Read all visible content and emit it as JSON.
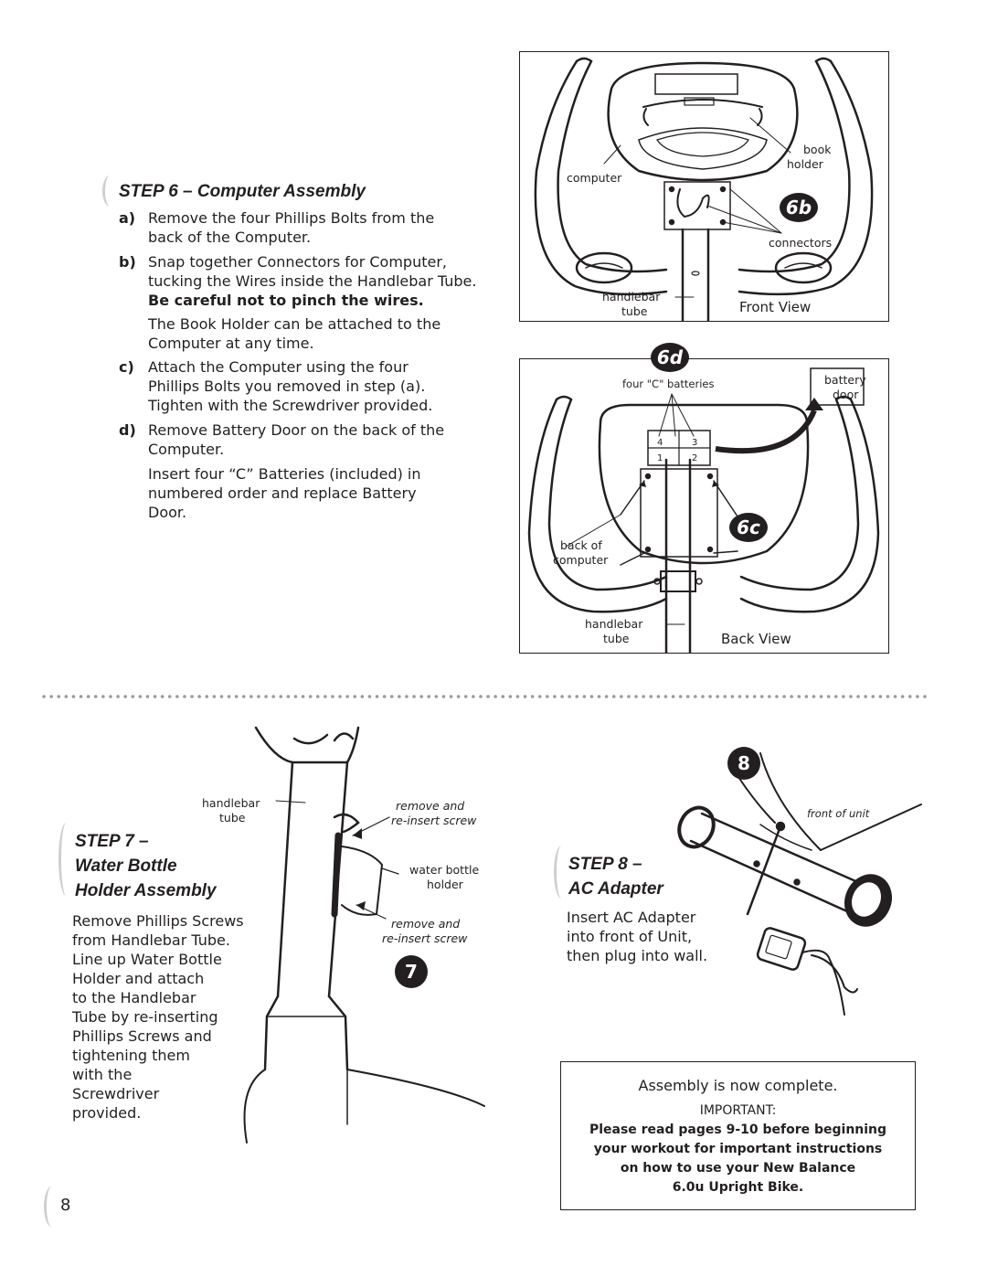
{
  "step6": {
    "title": "STEP 6 – Computer Assembly",
    "items": [
      {
        "letter": "a)",
        "text": "Remove the four Phillips Bolts from the back of the Computer."
      },
      {
        "letter": "b)",
        "text": "Snap together Connectors for Computer, tucking the Wires inside the Handlebar Tube.",
        "bold": "Be careful not to pinch the wires."
      },
      {
        "note": "The Book Holder can be attached to the Computer at any time."
      },
      {
        "letter": "c)",
        "text": "Attach the Computer using the four Phillips Bolts you removed in step (a). Tighten with the Screwdriver provided."
      },
      {
        "letter": "d)",
        "text": "Remove Battery Door on the back of the Computer."
      },
      {
        "note": "Insert four “C” Batteries (included) in numbered order and replace Battery Door."
      }
    ]
  },
  "fig6b": {
    "badge": "6b",
    "labels": {
      "computer": "computer",
      "book_holder_1": "book",
      "book_holder_2": "holder",
      "connectors": "connectors",
      "handlebar_1": "handlebar",
      "handlebar_2": "tube"
    },
    "view": "Front View"
  },
  "fig6cd": {
    "badge_d": "6d",
    "badge_c": "6c",
    "labels": {
      "batteries": "four \"C\" batteries",
      "battery_1": "battery",
      "battery_2": "door",
      "back_1": "back of",
      "back_2": "computer",
      "handlebar_1": "handlebar",
      "handlebar_2": "tube"
    },
    "cells": [
      "4",
      "3",
      "1",
      "2"
    ],
    "view": "Back View"
  },
  "step7": {
    "title_1": "STEP 7 –",
    "title_2": "Water Bottle",
    "title_3": "Holder Assembly",
    "text": "Remove Phillips Screws from Handlebar Tube. Line up Water Bottle Holder and attach to the Handlebar Tube by re-inserting Phillips Screws and tightening them with the Screwdriver provided.",
    "lines": [
      "Remove Phillips Screws",
      "from Handlebar Tube.",
      "Line up Water Bottle",
      "Holder and attach",
      "to the Handlebar",
      "Tube by re-inserting",
      "Phillips Screws and",
      "tightening them",
      "with the",
      "Screwdriver",
      "provided."
    ],
    "labels": {
      "handlebar_1": "handlebar",
      "handlebar_2": "tube",
      "remove1_1": "remove and",
      "remove1_2": "re-insert screw",
      "bottle_1": "water bottle",
      "bottle_2": "holder",
      "remove2_1": "remove and",
      "remove2_2": "re-insert screw"
    },
    "badge": "7"
  },
  "step8": {
    "title_1": "STEP 8 –",
    "title_2": "AC Adapter",
    "lines": [
      "Insert AC Adapter",
      "into front of Unit,",
      "then plug into wall."
    ],
    "label_front": "front of unit",
    "badge": "8"
  },
  "complete": {
    "heading": "Assembly is now complete.",
    "important": "IMPORTANT:",
    "lines": [
      "Please read pages 9-10 before beginning",
      "your workout for important instructions",
      "on how to use your New Balance",
      "6.0u Upright Bike."
    ]
  },
  "page_number": "8"
}
